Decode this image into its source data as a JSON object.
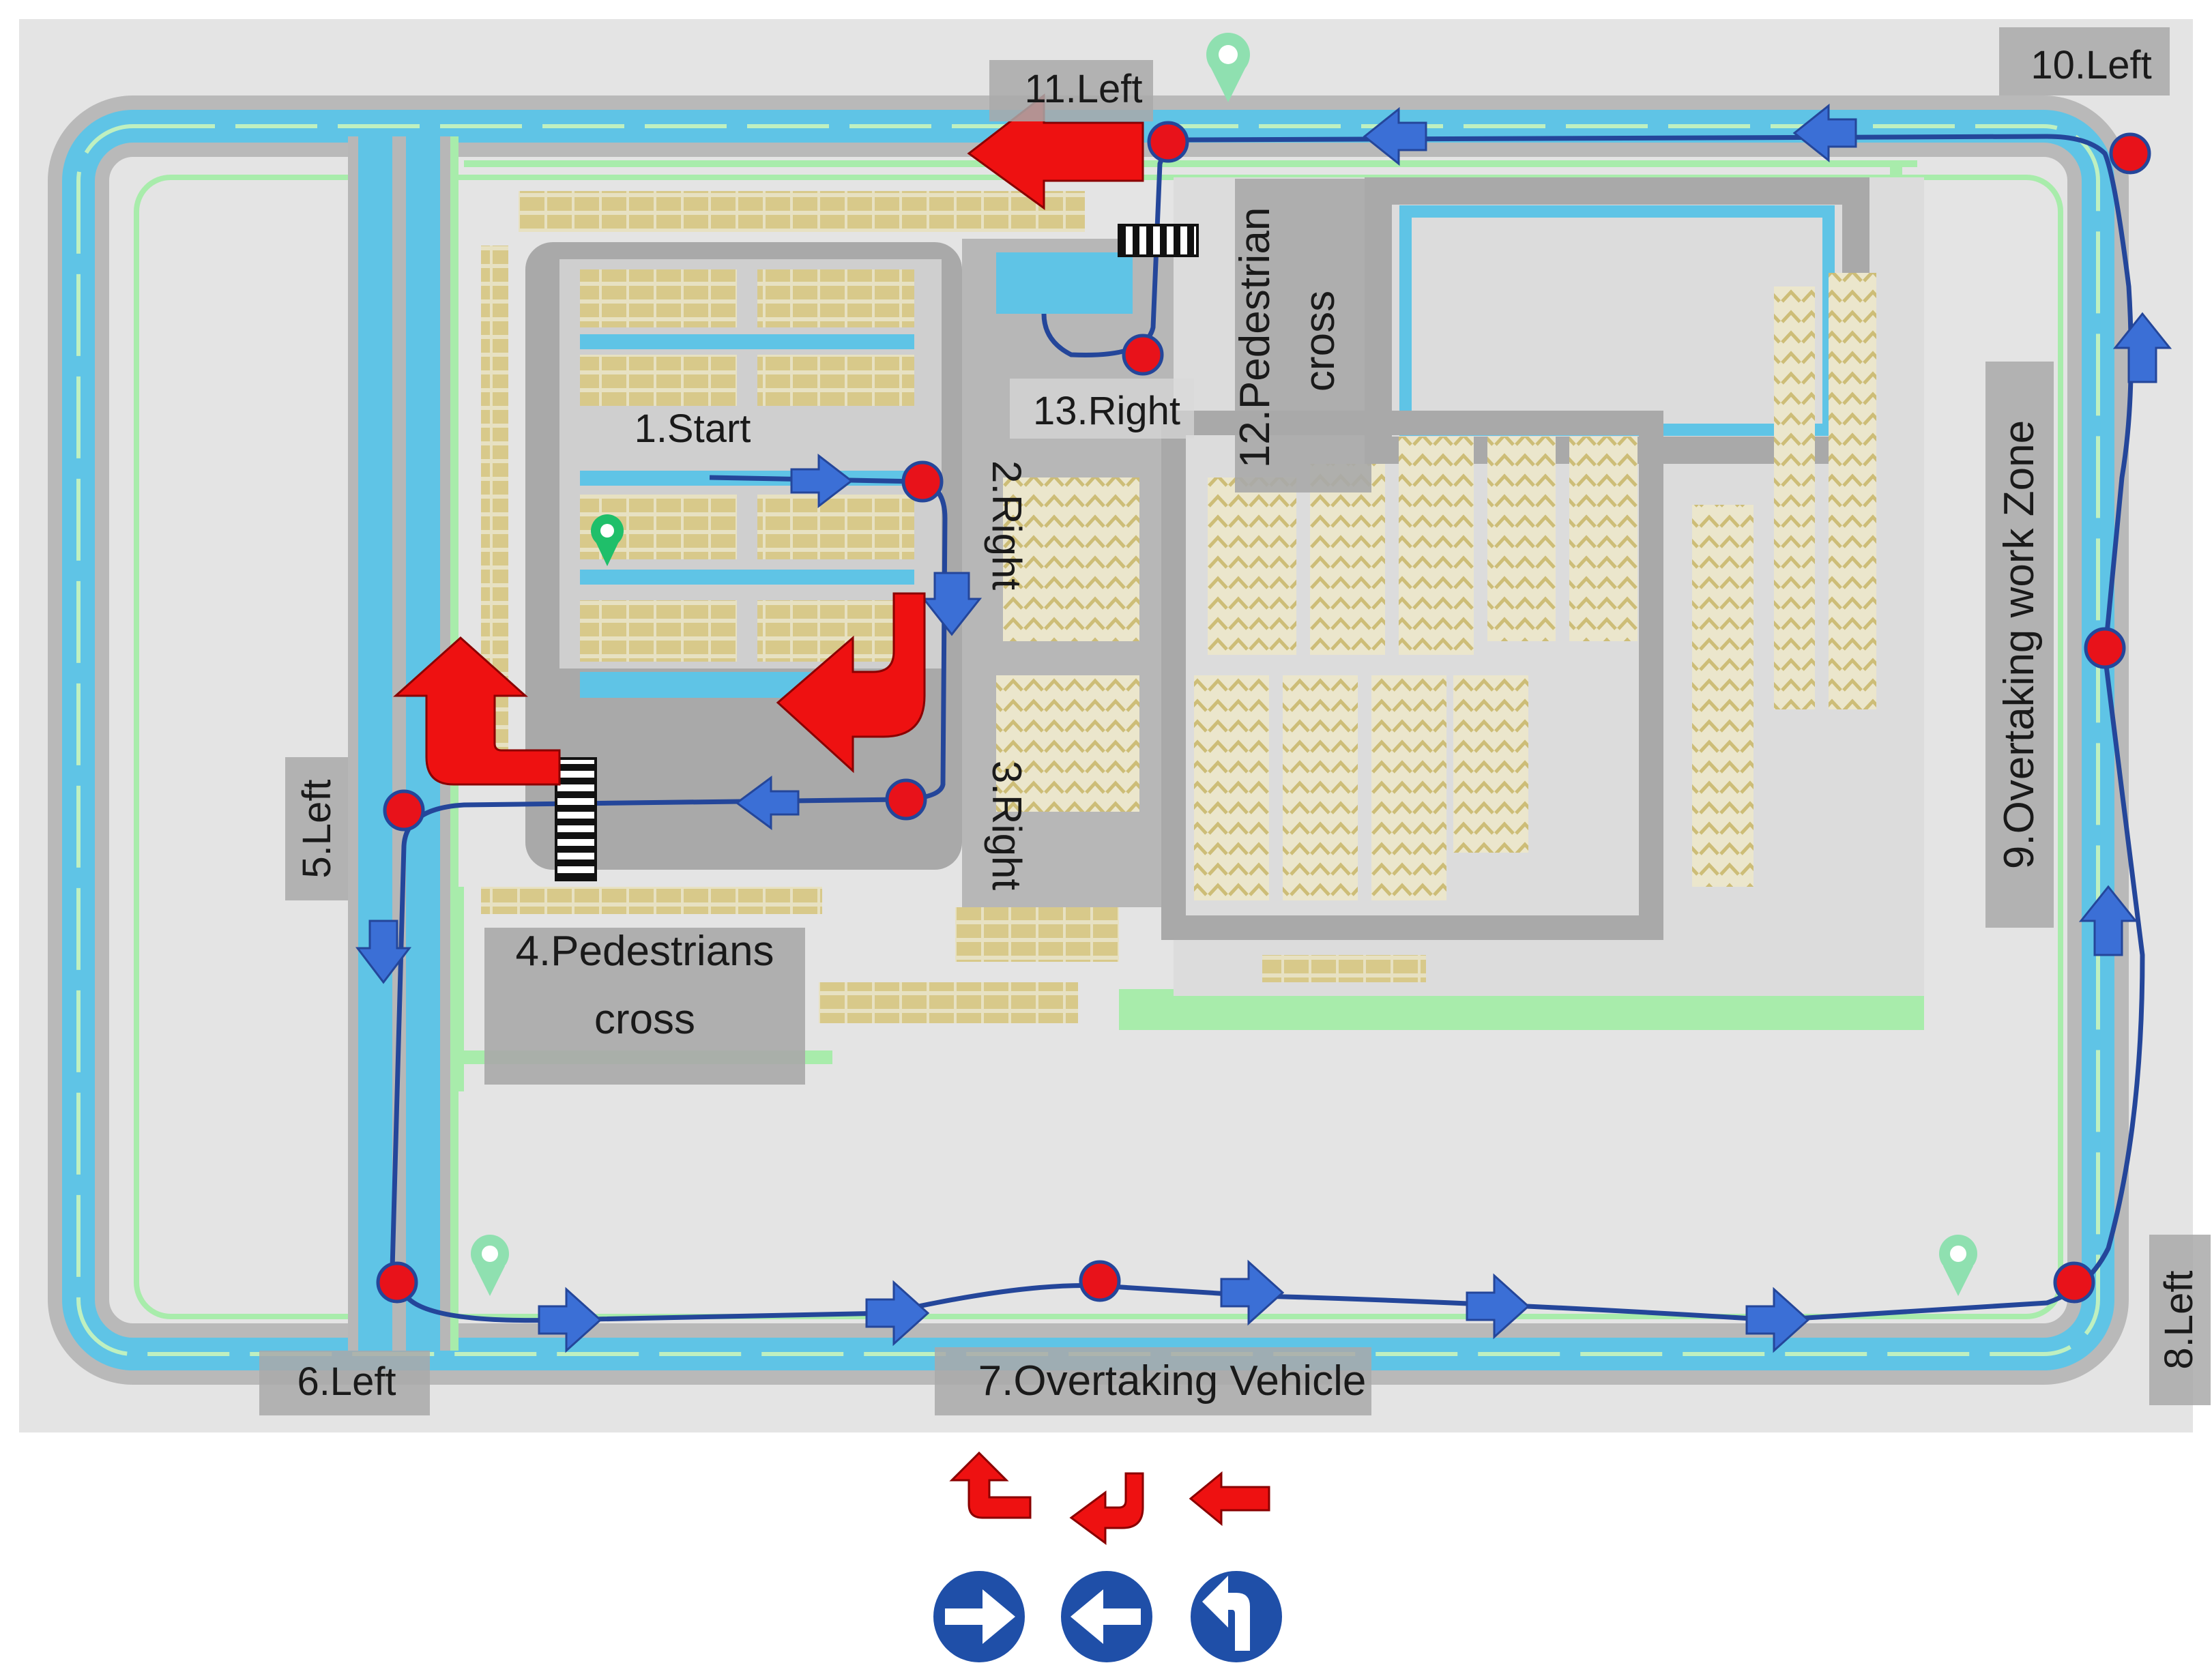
{
  "route_labels": {
    "l1": "1.Start",
    "l2": "2.Right",
    "l3": "3.Right",
    "l4a": "4.Pedestrians",
    "l4b": "cross",
    "l5": "5.Left",
    "l6": "6.Left",
    "l7": "7.Overtaking Vehicle",
    "l8": "8.Left",
    "l9": "9.Overtaking work Zone",
    "l10": "10.Left",
    "l11": "11.Left",
    "l12a": "12.Pedestrian",
    "l12b": "cross",
    "l13": "13.Right"
  },
  "legend": {
    "signs": [
      "right-arrow-sign-icon",
      "left-arrow-sign-icon",
      "turn-left-sign-icon"
    ],
    "arrows": [
      "left-turn-red-arrow-icon",
      "right-turn-red-arrow-icon",
      "left-red-arrow-icon"
    ]
  },
  "colors": {
    "route": "#24469a",
    "waypoint": "#e8121a",
    "turn_arrow": "#ee1111",
    "road": "#5fc4e6",
    "green_strip": "#9fe89a",
    "parking": "#d8c98a",
    "label_box": "#a9a9a9",
    "sign": "#1f4fa8"
  }
}
